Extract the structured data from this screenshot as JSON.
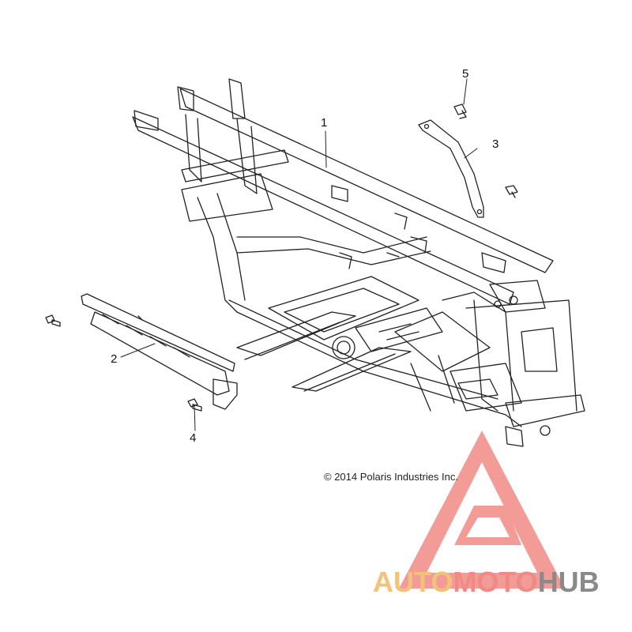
{
  "callouts": [
    {
      "id": "1",
      "label": "1"
    },
    {
      "id": "2",
      "label": "2"
    },
    {
      "id": "3",
      "label": "3"
    },
    {
      "id": "4",
      "label": "4"
    },
    {
      "id": "5",
      "label": "5"
    }
  ],
  "copyright": "© 2014 Polaris Industries Inc.",
  "watermark": {
    "part1": "AUTO",
    "part2": "MOTO",
    "part3": "HUB",
    "color_part1": "#f2c27a",
    "color_part2": "#f08a85",
    "color_part3": "#8a8a8a",
    "logo_color": "#f08a85"
  },
  "colors": {
    "line": "#222222",
    "background": "#ffffff"
  }
}
